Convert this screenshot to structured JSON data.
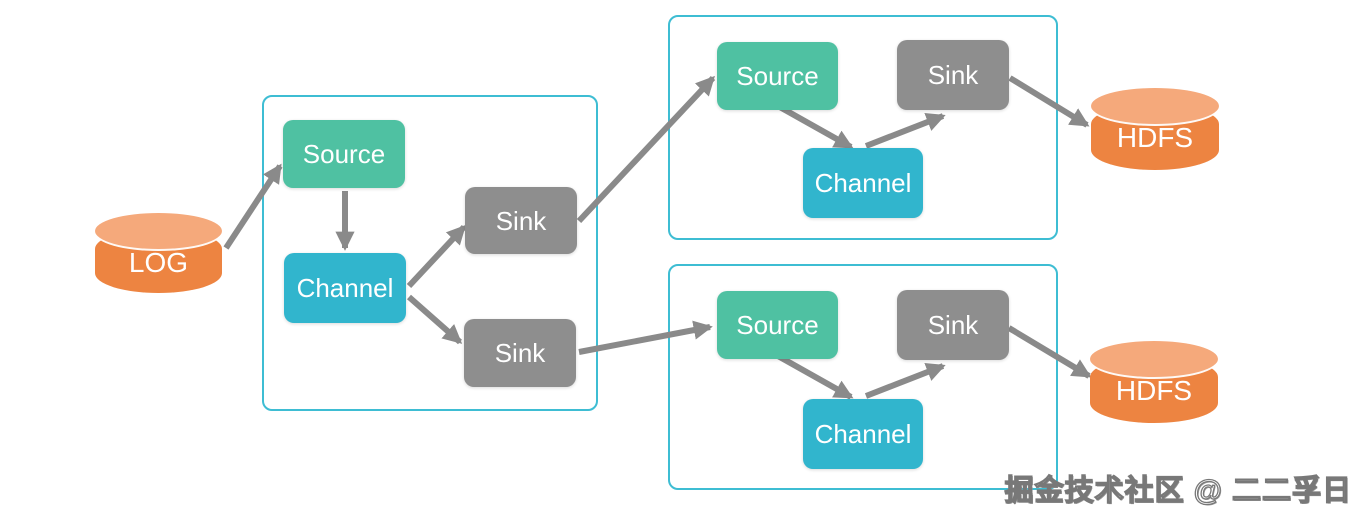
{
  "diagram_type": "flume-multi-agent-flow",
  "nodes": {
    "log": "LOG",
    "agent1_source": "Source",
    "agent1_channel": "Channel",
    "agent1_sink1": "Sink",
    "agent1_sink2": "Sink",
    "agent2_source": "Source",
    "agent2_channel": "Channel",
    "agent2_sink": "Sink",
    "agent3_source": "Source",
    "agent3_channel": "Channel",
    "agent3_sink": "Sink",
    "hdfs1": "HDFS",
    "hdfs2": "HDFS"
  },
  "edges": [
    {
      "from": "log",
      "to": "agent1_source"
    },
    {
      "from": "agent1_source",
      "to": "agent1_channel"
    },
    {
      "from": "agent1_channel",
      "to": "agent1_sink1"
    },
    {
      "from": "agent1_channel",
      "to": "agent1_sink2"
    },
    {
      "from": "agent1_sink1",
      "to": "agent2_source"
    },
    {
      "from": "agent1_sink2",
      "to": "agent3_source"
    },
    {
      "from": "agent2_source",
      "to": "agent2_channel"
    },
    {
      "from": "agent2_channel",
      "to": "agent2_sink"
    },
    {
      "from": "agent2_sink",
      "to": "hdfs1"
    },
    {
      "from": "agent3_source",
      "to": "agent3_channel"
    },
    {
      "from": "agent3_channel",
      "to": "agent3_sink"
    },
    {
      "from": "agent3_sink",
      "to": "hdfs2"
    }
  ],
  "watermark": "掘金技术社区 @ 二二孚日",
  "colors": {
    "source": "#4FC1A2",
    "channel": "#31B5CD",
    "sink": "#8E8E8E",
    "datastore": "#ED8441",
    "datastore-top": "#F5A97B",
    "group-border": "#3EBDD3",
    "arrow": "#8A8A8A",
    "label-text": "#FFFFFF"
  }
}
